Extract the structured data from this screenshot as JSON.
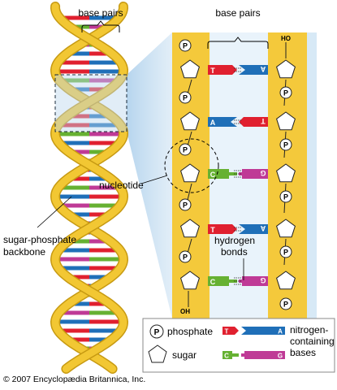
{
  "labels": {
    "base_pairs_left": "base pairs",
    "base_pairs_right": "base pairs",
    "nucleotide": "nucleotide",
    "backbone_line1": "sugar-phosphate",
    "backbone_line2": "backbone",
    "hydrogen_line1": "hydrogen",
    "hydrogen_line2": "bonds",
    "ho_top": "HO",
    "oh_bottom": "OH",
    "phosphate_letter": "P"
  },
  "base_letters": {
    "T": "T",
    "A": "A",
    "C": "C",
    "G": "G"
  },
  "left_phosphate_letter": "P",
  "right_phosphate_letter": "P",
  "legend": {
    "phosphate_symbol": "P",
    "phosphate": "phosphate",
    "sugar": "sugar",
    "bases_line1": "nitrogen-",
    "bases_line2": "containing",
    "bases_line3": "bases",
    "letter_T": "T",
    "letter_A": "A",
    "letter_C": "C",
    "letter_G": "G"
  },
  "copyright": "© 2007 Encyclopædia Britannica, Inc.",
  "colors": {
    "backbone_gold": "#f2c733",
    "backbone_dark": "#c79a12",
    "panel_blue": "#cfe3f3",
    "panel_blue_light": "#e6f1fa",
    "thymine_red": "#e0202f",
    "adenine_blue": "#1f6fb8",
    "cytosine_green": "#66b132",
    "guanine_magenta": "#bf3a96"
  }
}
